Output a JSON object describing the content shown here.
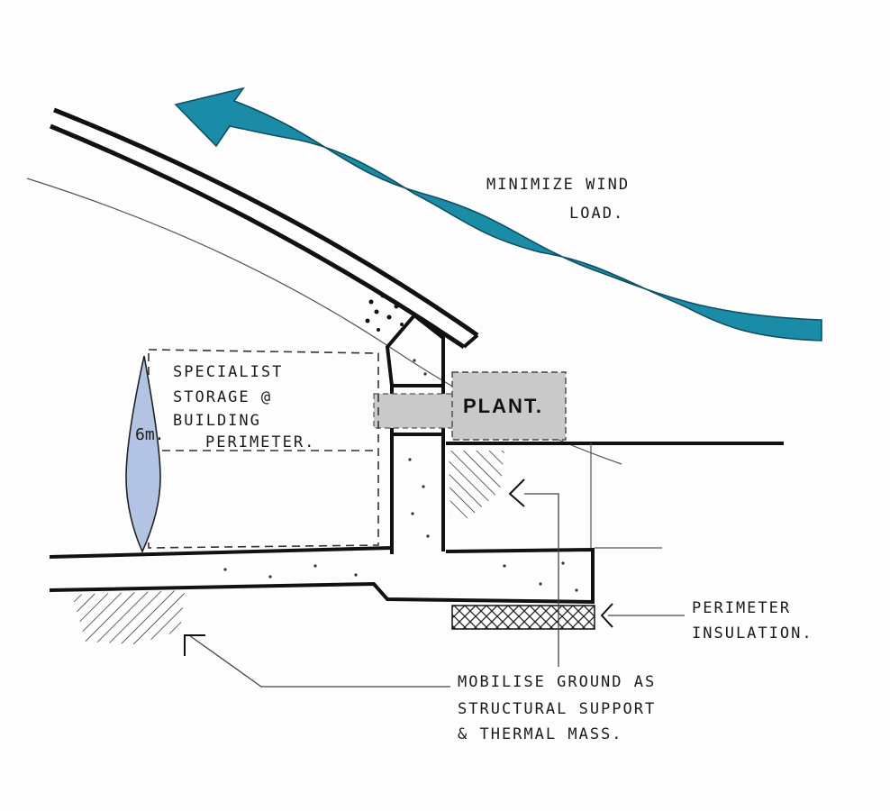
{
  "labels": {
    "wind_line1": "MINIMIZE WIND",
    "wind_line2": "LOAD.",
    "storage_line1": "SPECIALIST",
    "storage_line2": "STORAGE @",
    "storage_line3": "BUILDING",
    "storage_line4": "PERIMETER.",
    "dimension": "6m.",
    "plant": "PLANT.",
    "insulation_line1": "PERIMETER",
    "insulation_line2": "INSULATION.",
    "ground_line1": "MOBILISE GROUND AS",
    "ground_line2": "STRUCTURAL SUPPORT",
    "ground_line3": "& THERMAL MASS."
  },
  "colors": {
    "wind_arrow": "#1a8ca8",
    "dimension_bar": "#b3c3e3",
    "plant_box": "#c9c9c9",
    "ink": "#111111"
  }
}
